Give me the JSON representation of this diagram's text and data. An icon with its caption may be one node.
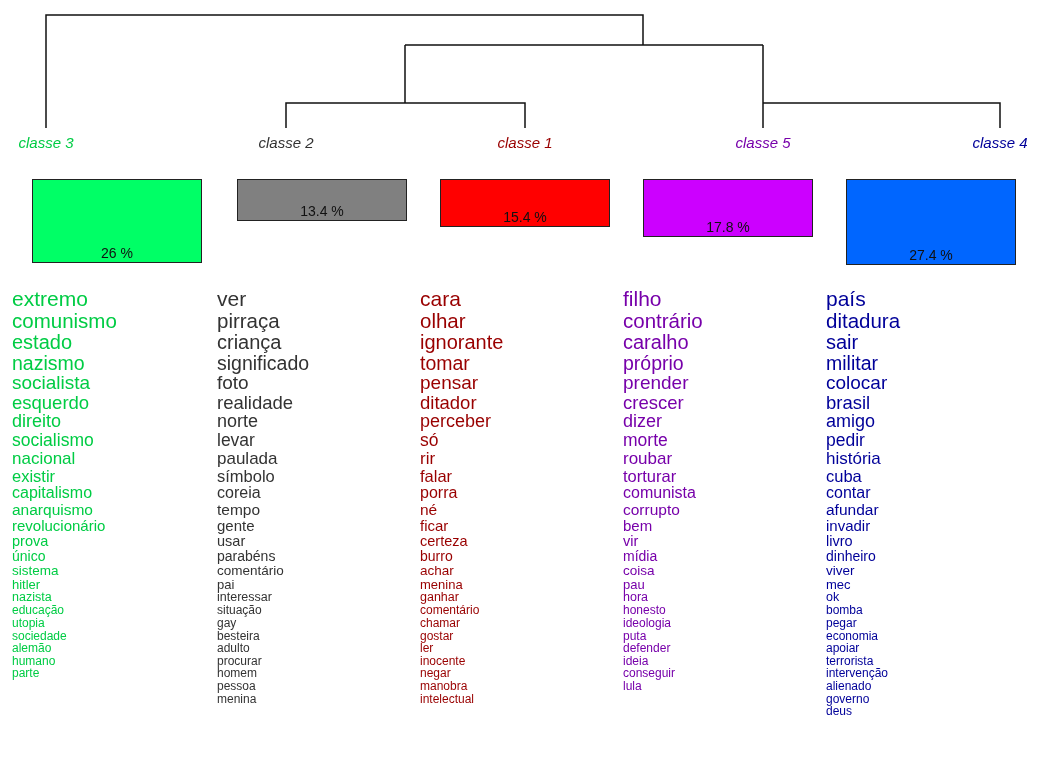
{
  "diagram": {
    "nodes": [
      {
        "text": [
          "classe 3",
          "26 %"
        ],
        "beside": [
          "extremo",
          "comunismo",
          "estado",
          "nazismo",
          "socialista",
          "esquerdo",
          "direito",
          "socialismo",
          "nacional",
          "existir",
          "capitalismo",
          "anarquismo",
          "revolucionário",
          "prova",
          "único",
          "sistema",
          "hitler",
          "nazista",
          "educação",
          "utopia",
          "sociedade",
          "alemão",
          "humano",
          "parte"
        ]
      },
      {
        "text": [
          "classe 2",
          "13.4 %"
        ],
        "beside": [
          "ver",
          "pirraça",
          "criança",
          "significado",
          "foto",
          "realidade",
          "norte",
          "levar",
          "paulada",
          "símbolo",
          "coreia",
          "tempo",
          "gente",
          "usar",
          "parabéns",
          "comentário",
          "pai",
          "interessar",
          "situação",
          "gay",
          "besteira",
          "adulto",
          "procurar",
          "homem",
          "pessoa",
          "menina"
        ]
      },
      {
        "text": [
          "classe 1",
          "15.4 %"
        ],
        "beside": [
          "cara",
          "olhar",
          "ignorante",
          "tomar",
          "pensar",
          "ditador",
          "perceber",
          "só",
          "rir",
          "falar",
          "porra",
          "né",
          "ficar",
          "certeza",
          "burro",
          "achar",
          "menina",
          "ganhar",
          "comentário",
          "chamar",
          "gostar",
          "ler",
          "inocente",
          "negar",
          "manobra",
          "intelectual"
        ]
      },
      {
        "text": [
          "classe 5",
          "17.8 %"
        ],
        "beside": [
          "filho",
          "contrário",
          "caralho",
          "próprio",
          "prender",
          "crescer",
          "dizer",
          "morte",
          "roubar",
          "torturar",
          "comunista",
          "corrupto",
          "bem",
          "vir",
          "mídia",
          "coisa",
          "pau",
          "hora",
          "honesto",
          "ideologia",
          "puta",
          "defender",
          "ideia",
          "conseguir",
          "lula"
        ]
      },
      {
        "text": [
          "classe 4",
          "27.4 %"
        ],
        "beside": [
          "país",
          "ditadura",
          "sair",
          "militar",
          "colocar",
          "brasil",
          "amigo",
          "pedir",
          "história",
          "cuba",
          "contar",
          "afundar",
          "invadir",
          "livro",
          "dinheiro",
          "viver",
          "mec",
          "ok",
          "bomba",
          "pegar",
          "economia",
          "apoiar",
          "terrorista",
          "intervenção",
          "alienado",
          "governo",
          "deus"
        ]
      }
    ]
  }
}
